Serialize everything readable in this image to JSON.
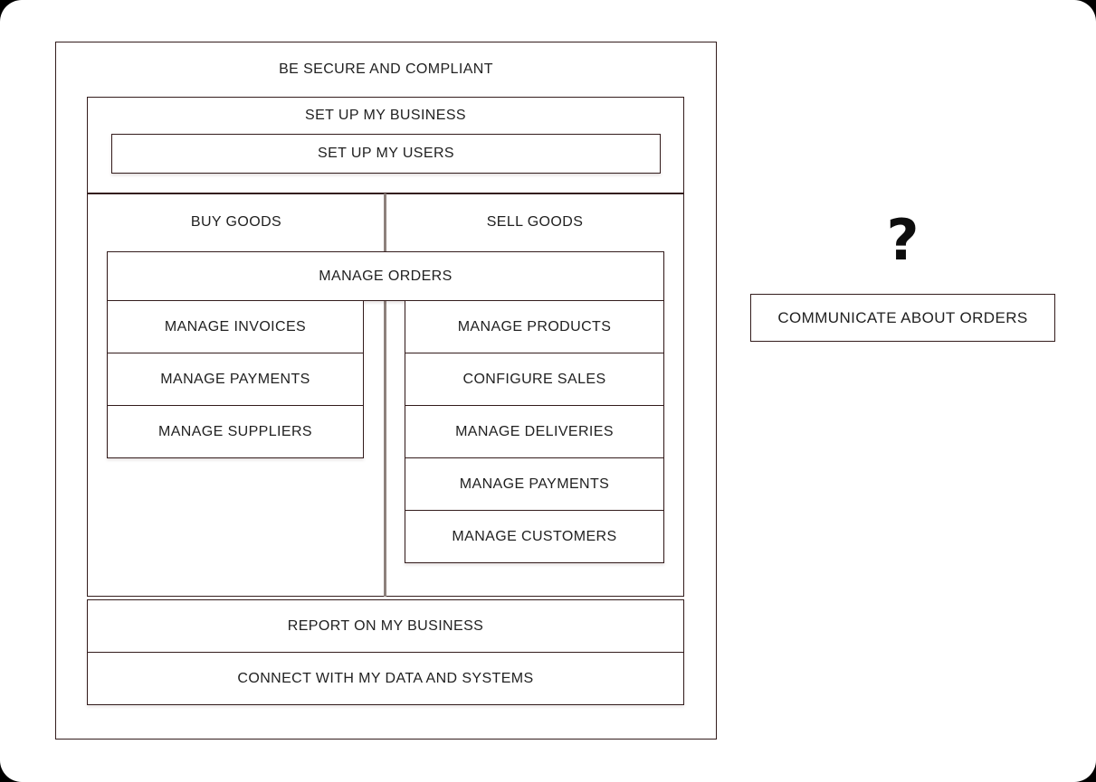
{
  "colors": {
    "box_border": "#331c1c",
    "column_divider": "#8d817c",
    "text": "#212121",
    "question_mark": "#0d0d0d",
    "background": "#ffffff"
  },
  "diagram": {
    "outer_label": "BE SECURE AND COMPLIANT",
    "setup": {
      "label": "SET UP MY BUSINESS",
      "child_label": "SET UP MY USERS"
    },
    "shared_box_label": "MANAGE ORDERS",
    "buy_column": {
      "label": "BUY GOODS",
      "items": [
        "MANAGE INVOICES",
        "MANAGE PAYMENTS",
        "MANAGE SUPPLIERS"
      ]
    },
    "sell_column": {
      "label": "SELL GOODS",
      "items": [
        "MANAGE PRODUCTS",
        "CONFIGURE SALES",
        "MANAGE DELIVERIES",
        "MANAGE PAYMENTS",
        "MANAGE CUSTOMERS"
      ]
    },
    "report_label": "REPORT ON MY BUSINESS",
    "connect_label": "CONNECT WITH MY DATA AND SYSTEMS"
  },
  "aside": {
    "question_mark": "?",
    "box_label": "COMMUNICATE ABOUT ORDERS"
  }
}
